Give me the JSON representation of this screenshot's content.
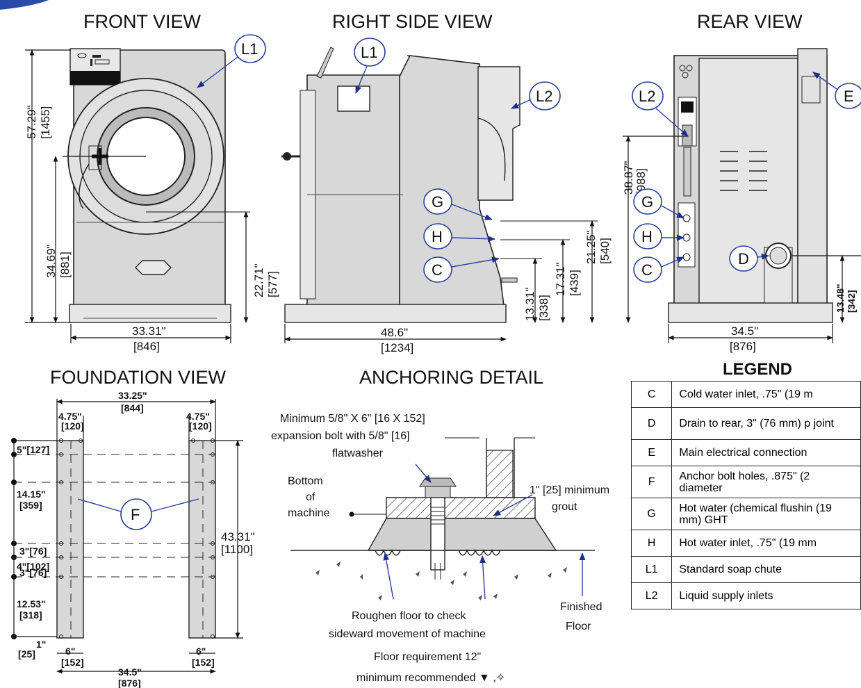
{
  "views": {
    "front": "FRONT VIEW",
    "side": "RIGHT SIDE VIEW",
    "rear": "REAR  VIEW",
    "foundation": "FOUNDATION VIEW",
    "anchoring": "ANCHORING DETAIL"
  },
  "callouts": {
    "l1": "L1",
    "l2": "L2",
    "g": "G",
    "h": "H",
    "c": "C",
    "d": "D",
    "e": "E",
    "f": "F"
  },
  "front_dims": {
    "height_in": "57.29\"",
    "height_mm": "[1455]",
    "door_in": "34.69\"",
    "door_mm": "[881]",
    "sill_in": "22.71\"",
    "sill_mm": "[577]",
    "width_in": "33.31\"",
    "width_mm": "[846]"
  },
  "side_dims": {
    "g_in": "21.25\"",
    "g_mm": "[540]",
    "h_in": "17.31\"",
    "h_mm": "[439]",
    "c_in": "13.31\"",
    "c_mm": "[338]",
    "depth_in": "48.6\"",
    "depth_mm": "[1234]"
  },
  "rear_dims": {
    "height_in": "38.87\"",
    "height_mm": "[988]",
    "drain_in": "13.48\"",
    "drain_mm": "[342]",
    "width_in": "34.5\"",
    "width_mm": "[876]"
  },
  "foundation_dims": {
    "outer_in": "33.25\"",
    "outer_mm": "[844]",
    "left_in": "4.75\"",
    "left_mm": "[120]",
    "right_in": "4.75\"",
    "right_mm": "[120]",
    "a": "5\"[127]",
    "b_in": "14.15\"",
    "b_mm": "[359]",
    "c": "3\"[76]",
    "d": "4\"[102]",
    "e": "3\"[76]",
    "f_in": "12.53\"",
    "f_mm": "[318]",
    "g_in": "1\"",
    "g_mm": "[25]",
    "len_in": "43.31\"",
    "len_mm": "[1100]",
    "pad_l_in": "6\"",
    "pad_l_mm": "[152]",
    "pad_r_in": "6\"",
    "pad_r_mm": "[152]",
    "total_in": "34.5\"",
    "total_mm": "[876]"
  },
  "anchoring": {
    "bolt1": "Minimum 5/8\" X 6\" [16 X 152]",
    "bolt2": "expansion bolt with 5/8\" [16]",
    "bolt3": "flatwasher",
    "bottom1": "Bottom",
    "bottom2": "of",
    "bottom3": "machine",
    "grout1": "1\" [25] minimum",
    "grout2": "grout",
    "rough1": "Roughen floor to check",
    "rough2": "sideward movement of machine",
    "floor1": "Finished",
    "floor2": "Floor",
    "req1": "Floor requirement 12\"",
    "req2": "minimum recommended ▼ ,✧"
  },
  "legend": {
    "title": "LEGEND",
    "rows": [
      {
        "code": "C",
        "desc": "Cold water inlet, .75\" (19 m"
      },
      {
        "code": "D",
        "desc": "Drain to rear, 3\" (76 mm) p joint"
      },
      {
        "code": "E",
        "desc": "Main electrical connection"
      },
      {
        "code": "F",
        "desc": "Anchor bolt holes, .875\" (2 diameter"
      },
      {
        "code": "G",
        "desc": "Hot water (chemical flushin (19 mm) GHT"
      },
      {
        "code": "H",
        "desc": "Hot water inlet, .75\" (19 mm"
      },
      {
        "code": "L1",
        "desc": "Standard soap chute"
      },
      {
        "code": "L2",
        "desc": "Liquid supply inlets"
      }
    ]
  }
}
